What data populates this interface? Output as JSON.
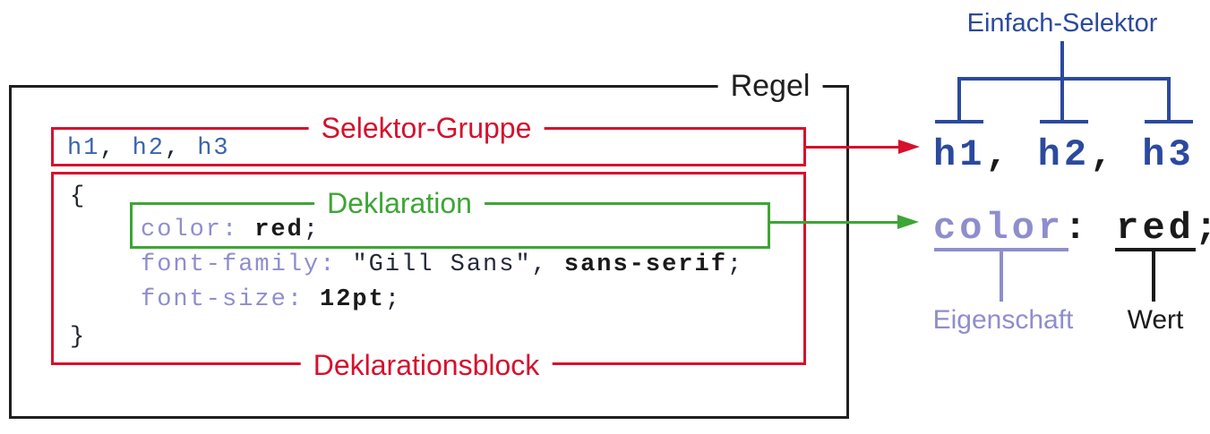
{
  "labels": {
    "regel": "Regel",
    "selektor_gruppe": "Selektor-Gruppe",
    "deklaration": "Deklaration",
    "deklarationsblock": "Deklarationsblock",
    "einfach_selektor": "Einfach-Selektor",
    "eigenschaft": "Eigenschaft",
    "wert": "Wert"
  },
  "code": {
    "selectors": [
      "h1",
      "h2",
      "h3"
    ],
    "comma": ",",
    "open_brace": "{",
    "close_brace": "}",
    "colon": ":",
    "semicolon": ";",
    "decl_color": {
      "property": "color",
      "value": "red"
    },
    "decl_font_family": {
      "property": "font-family",
      "value_plain": "\"Gill Sans\",",
      "value_bold": "sans-serif"
    },
    "decl_font_size": {
      "property": "font-size",
      "value": "12pt"
    }
  },
  "callout": {
    "selectors": [
      "h1",
      "h2",
      "h3"
    ],
    "comma": ",",
    "property": "color",
    "colon": ":",
    "value": "red",
    "semicolon": ";"
  },
  "colors": {
    "red": "#d5112d",
    "green": "#3da535",
    "dark_blue": "#2b4a9e",
    "code_blue": "#3c64ae",
    "periwinkle": "#8e8ecd",
    "black": "#1a1a1a"
  }
}
